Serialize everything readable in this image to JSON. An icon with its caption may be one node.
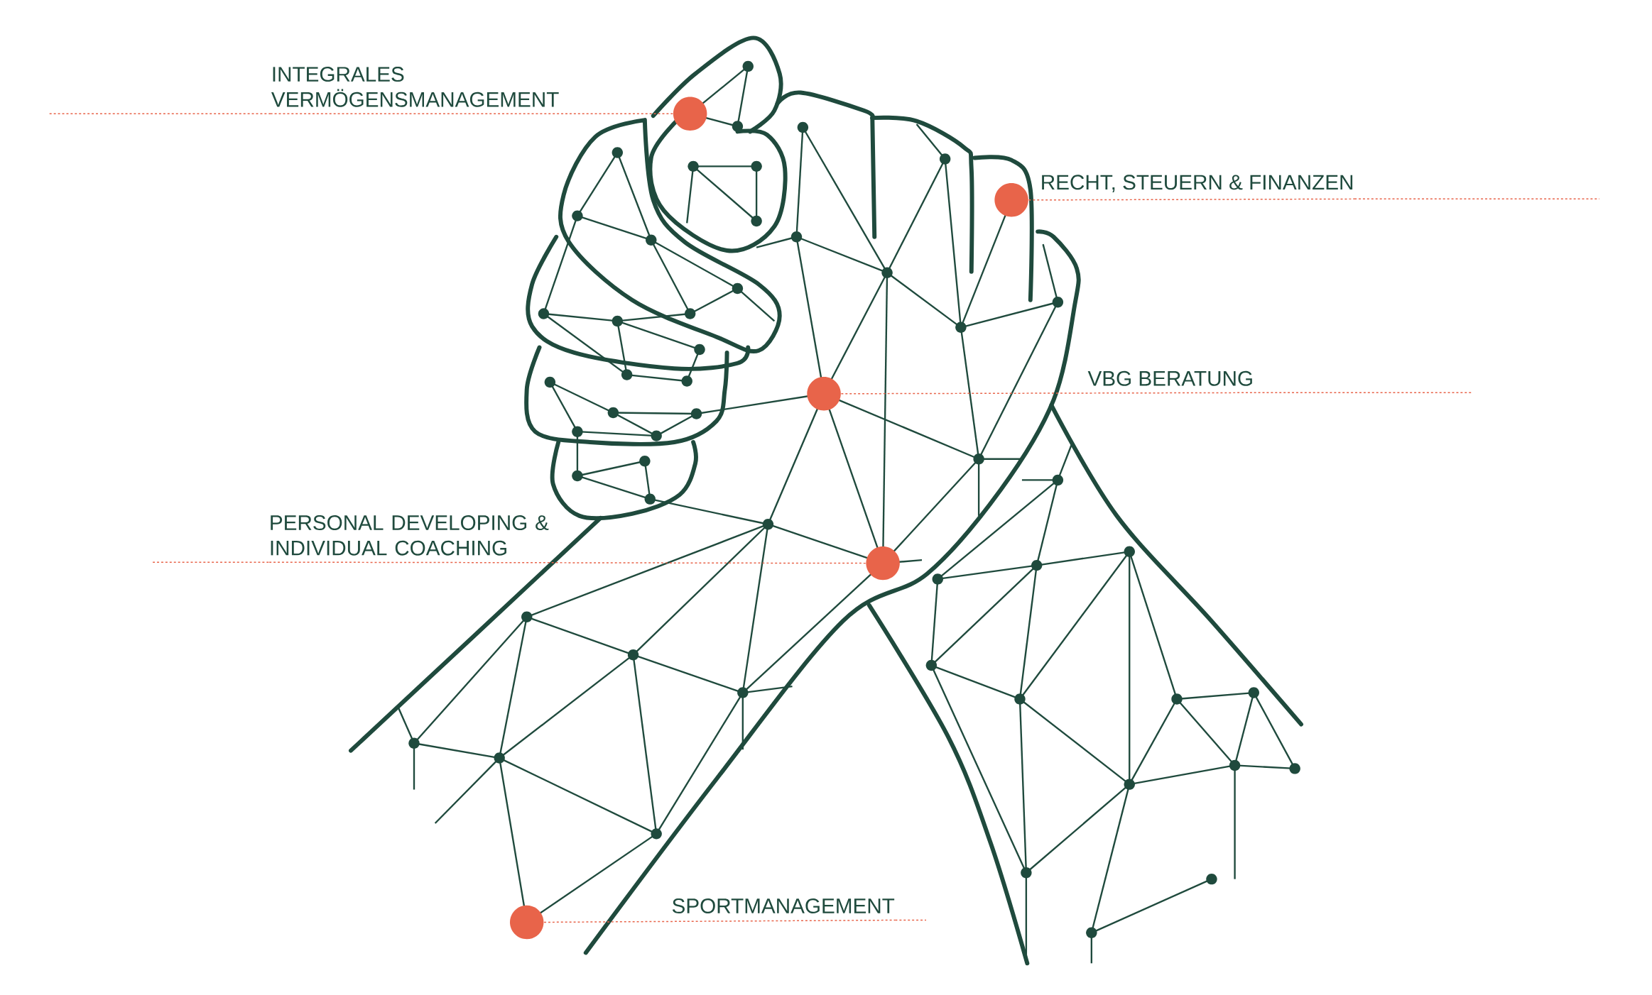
{
  "diagram": {
    "nodes": [
      {
        "text": [
          "INTEGRALES VERMÖGENSMANAGEMENT"
        ]
      },
      {
        "text": [
          "RECHT, STEUERN & FINANZEN"
        ]
      },
      {
        "text": [
          "VBG BERATUNG"
        ]
      },
      {
        "text": [
          "PERSONAL DEVELOPING & INDIVIDUAL COACHING"
        ]
      },
      {
        "text": [
          "SPORTMANAGEMENT"
        ]
      },
      {
        "text": [],
        "shape": "circle"
      },
      {
        "text": [],
        "shape": "circle"
      },
      {
        "text": [],
        "shape": "circle"
      },
      {
        "text": [],
        "shape": "circle"
      },
      {
        "text": [],
        "shape": "circle"
      }
    ],
    "edges": [
      {
        "from": 0,
        "to": 5,
        "arrow": "none",
        "style": "dashed"
      },
      {
        "from": 1,
        "to": 6,
        "arrow": "none",
        "style": "dashed"
      },
      {
        "from": 2,
        "to": 7,
        "arrow": "none",
        "style": "dashed"
      },
      {
        "from": 3,
        "to": 8,
        "arrow": "none",
        "style": "dashed"
      },
      {
        "from": 4,
        "to": 9,
        "arrow": "none",
        "style": "dashed"
      }
    ]
  }
}
